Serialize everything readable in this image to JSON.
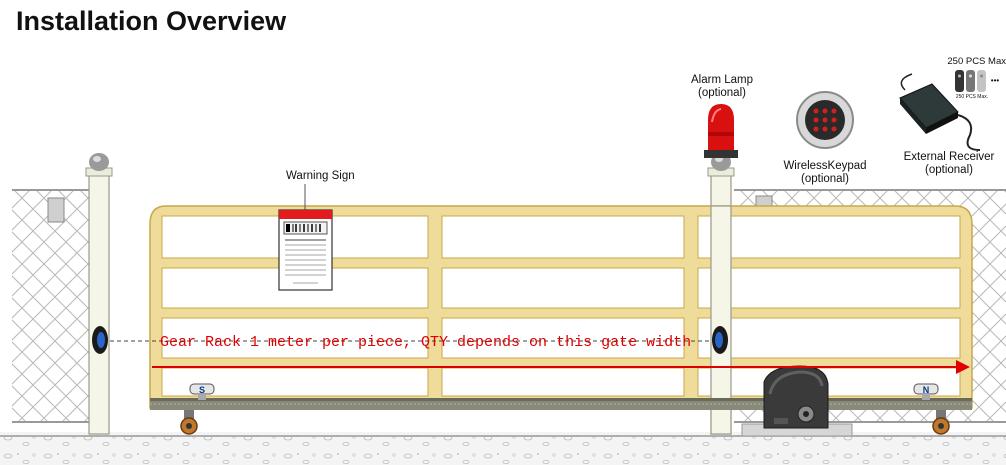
{
  "title": "Installation Overview",
  "labels": {
    "warning_sign": "Warning Sign",
    "alarm_lamp": "Alarm Lamp",
    "alarm_lamp_optional": "(optional)",
    "keypad": "WirelessKeypad",
    "keypad_optional": "(optional)",
    "receiver": "External Receiver",
    "receiver_optional": "(optional)",
    "remote_max": "250 PCS Max",
    "remote_max_small": "250 PCS Max.",
    "remote_more": "•••"
  },
  "gear_rack_note": "Gear Rack 1 meter per piece, QTY depends on this gate width",
  "markers": {
    "left": "S",
    "right": "N"
  },
  "colors": {
    "gate": "#f0dc9a",
    "gate_stroke": "#c8a84a",
    "arrow": "#e00000",
    "fence": "#b5b5b5",
    "post": "#f6f6e8"
  },
  "icons": [
    "photocell-sensor-icon",
    "alarm-lamp-icon",
    "keypad-icon",
    "receiver-icon",
    "remote-control-icon",
    "gate-motor-icon",
    "limit-switch-icon",
    "wheel-icon"
  ]
}
